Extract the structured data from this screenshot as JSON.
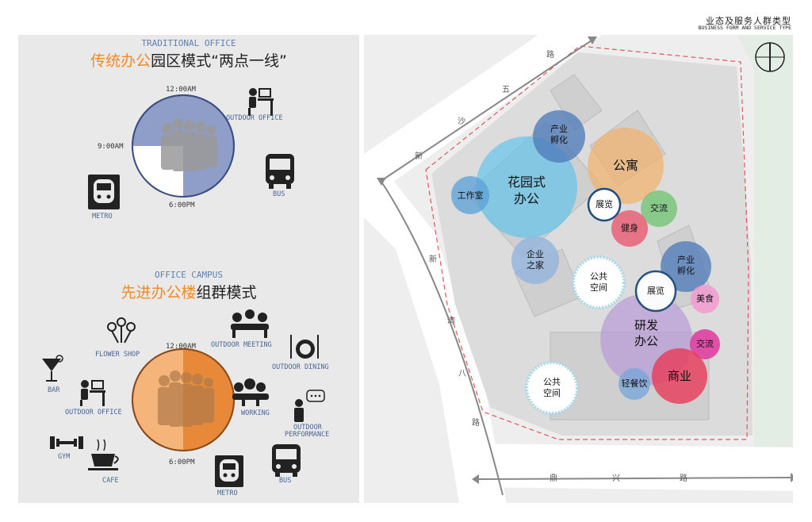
{
  "header": {
    "title_cn": "业态及服务人群类型",
    "title_en": "BUSINESS FORM AND SERVICE TYPE"
  },
  "traditional": {
    "title_en": "TRADITIONAL OFFICE",
    "title_cn_highlight": "传统办公",
    "title_cn_rest": "园区模式“两点一线”",
    "time_top": "12:00AM",
    "time_left": "9:00AM",
    "time_bottom": "6:00PM",
    "labels": {
      "outdoor_office": "OUTDOOR OFFICE",
      "bus": "BUS",
      "metro": "METRO"
    }
  },
  "campus": {
    "title_en": "OFFICE CAMPUS",
    "title_cn_highlight": "先进办公楼",
    "title_cn_rest": "组群模式",
    "time_top": "12:00AM",
    "time_bottom": "6:00PM",
    "labels": {
      "flower_shop": "FLOWER SHOP",
      "outdoor_meeting": "OUTDOOR MEETING",
      "outdoor_dining": "OUTDOOR DINING",
      "bar": "BAR",
      "outdoor_office": "OUTDOOR OFFICE",
      "working": "WORKING",
      "outdoor_performance_1": "OUTDOOR",
      "outdoor_performance_2": "PERFORMANCE",
      "gym": "GYM",
      "cafe": "CAFE",
      "metro": "METRO",
      "bus": "BUS"
    }
  },
  "map": {
    "roads": {
      "xinsha": [
        "新",
        "沙",
        "五",
        "路"
      ],
      "xinwan": [
        "新",
        "湾",
        "八",
        "路"
      ],
      "dingxing": [
        "鼎",
        "兴",
        "路"
      ]
    },
    "bubbles": {
      "garden_office": [
        "花园式",
        "办公"
      ],
      "apartment": "公寓",
      "incubator1": [
        "产业",
        "孵化"
      ],
      "studio": "工作室",
      "exhibit1": "展览",
      "exchange1": "交流",
      "fitness": "健身",
      "enterprise_home": [
        "企业",
        "之家"
      ],
      "public_space1": [
        "公共",
        "空间"
      ],
      "incubator2": [
        "产业",
        "孵化"
      ],
      "exhibit2": "展览",
      "food": "美食",
      "rnd_office": [
        "研发",
        "办公"
      ],
      "exchange2": "交流",
      "commerce": "商业",
      "light_dining": "轻餐饮",
      "public_space2": [
        "公共",
        "空间"
      ]
    }
  },
  "colors": {
    "accent_orange": "#f08a24",
    "traditional_circle": "#8e9ec8",
    "campus_circle": "#f0a05a",
    "boundary_red": "#e0545a"
  }
}
